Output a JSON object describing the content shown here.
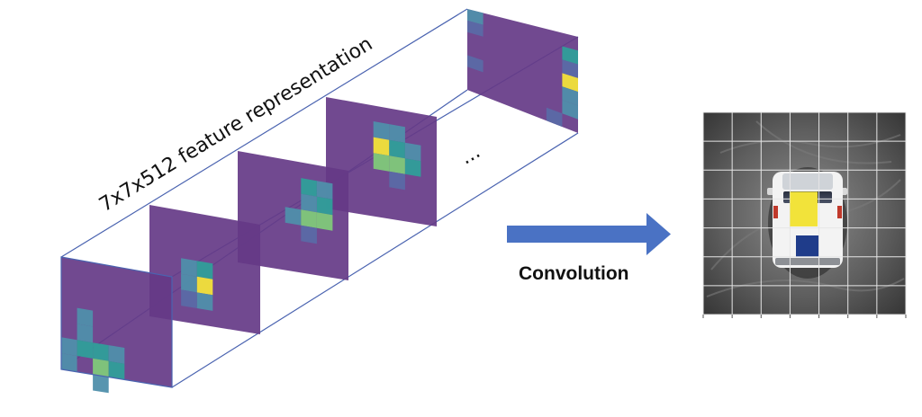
{
  "title": "7x7x512 feature representation",
  "ellipsis": "...",
  "operation_label": "Convolution",
  "colors": {
    "map_background": "#653a87",
    "frame_line": "#4a63b0",
    "arrow": "#4a72c4",
    "patch_yellow": "#f2e33a",
    "grid_line": "#e6e6e6"
  },
  "grid_size": 7,
  "feature_maps": [
    {
      "name": "map-1",
      "cells": [
        [
          1,
          3,
          2
        ],
        [
          1,
          4,
          2
        ],
        [
          0,
          5,
          2
        ],
        [
          0,
          6,
          2
        ],
        [
          1,
          5,
          3
        ],
        [
          2,
          5,
          3
        ],
        [
          3,
          5,
          2
        ],
        [
          2,
          6,
          4
        ],
        [
          3,
          6,
          3
        ],
        [
          2,
          7,
          2
        ]
      ]
    },
    {
      "name": "map-2",
      "cells": [
        [
          2,
          3,
          2
        ],
        [
          3,
          3,
          3
        ],
        [
          3,
          4,
          5
        ],
        [
          2,
          4,
          2
        ],
        [
          3,
          5,
          2
        ],
        [
          2,
          5,
          1
        ]
      ]
    },
    {
      "name": "map-3",
      "cells": [
        [
          4,
          1,
          3
        ],
        [
          5,
          1,
          2
        ],
        [
          5,
          2,
          3
        ],
        [
          4,
          2,
          2
        ],
        [
          3,
          3,
          2
        ],
        [
          4,
          3,
          4
        ],
        [
          5,
          3,
          4
        ],
        [
          4,
          4,
          1
        ]
      ]
    },
    {
      "name": "map-4",
      "cells": [
        [
          3,
          1,
          2
        ],
        [
          4,
          1,
          2
        ],
        [
          3,
          2,
          5
        ],
        [
          4,
          2,
          3
        ],
        [
          5,
          2,
          2
        ],
        [
          3,
          3,
          4
        ],
        [
          4,
          3,
          4
        ],
        [
          5,
          3,
          3
        ],
        [
          4,
          4,
          1
        ]
      ]
    },
    {
      "name": "map-5",
      "cells": [
        [
          0,
          0,
          2
        ],
        [
          0,
          1,
          1
        ],
        [
          6,
          1,
          3
        ],
        [
          6,
          2,
          1
        ],
        [
          6,
          3,
          5
        ],
        [
          6,
          4,
          2
        ],
        [
          0,
          4,
          1
        ],
        [
          6,
          5,
          2
        ],
        [
          5,
          6,
          1
        ]
      ]
    }
  ],
  "car_image": {
    "highlight_cell": {
      "col": 3,
      "row": 3
    }
  }
}
